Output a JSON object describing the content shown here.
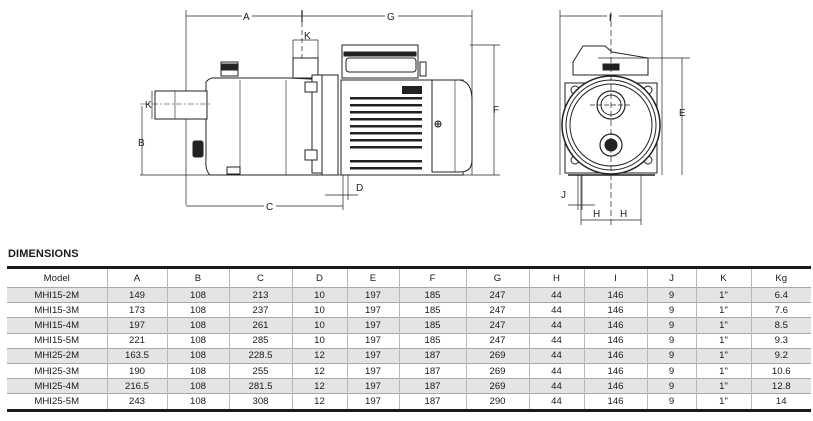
{
  "drawing": {
    "side_view_labels": {
      "a": "A",
      "g": "G",
      "k_top": "K",
      "k_side": "K",
      "b": "B",
      "c": "C",
      "d": "D",
      "f": "F"
    },
    "front_view_labels": {
      "i": "I",
      "e": "E",
      "j": "J",
      "h_left": "H",
      "h_right": "H"
    }
  },
  "section_title": "DIMENSIONS",
  "table": {
    "headers": [
      "Model",
      "A",
      "B",
      "C",
      "D",
      "E",
      "F",
      "G",
      "H",
      "I",
      "J",
      "K",
      "Kg"
    ],
    "rows": [
      [
        "MHI15-2M",
        "149",
        "108",
        "213",
        "10",
        "197",
        "185",
        "247",
        "44",
        "146",
        "9",
        "1\"",
        "6.4"
      ],
      [
        "MHI15-3M",
        "173",
        "108",
        "237",
        "10",
        "197",
        "185",
        "247",
        "44",
        "146",
        "9",
        "1\"",
        "7.6"
      ],
      [
        "MHI15-4M",
        "197",
        "108",
        "261",
        "10",
        "197",
        "185",
        "247",
        "44",
        "146",
        "9",
        "1\"",
        "8.5"
      ],
      [
        "MHI15-5M",
        "221",
        "108",
        "285",
        "10",
        "197",
        "185",
        "247",
        "44",
        "146",
        "9",
        "1\"",
        "9.3"
      ],
      [
        "MHI25-2M",
        "163.5",
        "108",
        "228.5",
        "12",
        "197",
        "187",
        "269",
        "44",
        "146",
        "9",
        "1\"",
        "9.2"
      ],
      [
        "MHI25-3M",
        "190",
        "108",
        "255",
        "12",
        "197",
        "187",
        "269",
        "44",
        "146",
        "9",
        "1\"",
        "10.6"
      ],
      [
        "MHI25-4M",
        "216.5",
        "108",
        "281.5",
        "12",
        "197",
        "187",
        "269",
        "44",
        "146",
        "9",
        "1\"",
        "12.8"
      ],
      [
        "MHI25-5M",
        "243",
        "108",
        "308",
        "12",
        "197",
        "187",
        "290",
        "44",
        "146",
        "9",
        "1\"",
        "14"
      ]
    ]
  }
}
